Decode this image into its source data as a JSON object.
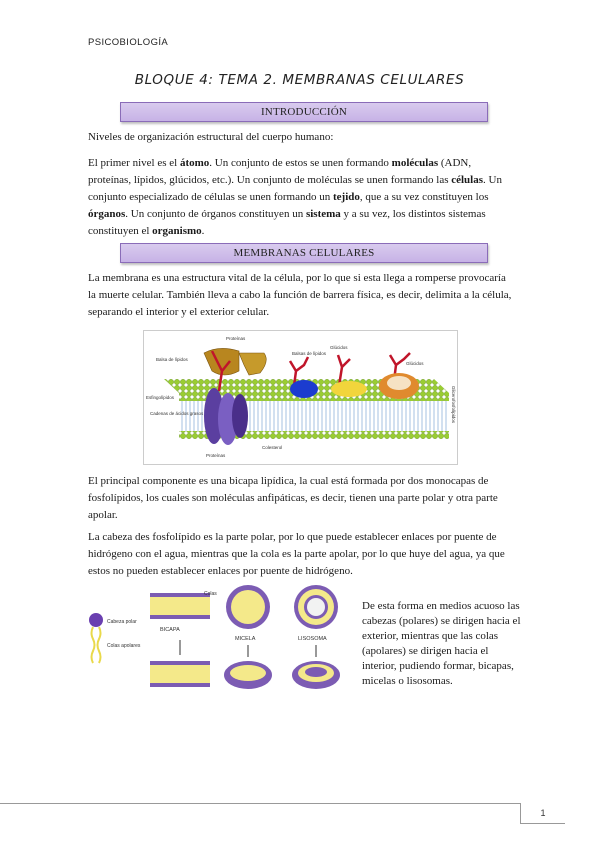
{
  "header": "PSICOBIOLOGÍA",
  "title": "BLOQUE 4: TEMA 2. MEMBRANAS CELULARES",
  "sections": {
    "intro": "INTRODUCCIÓN",
    "membranas": "MEMBRANAS CELULARES"
  },
  "paragraphs": {
    "p1": "Niveles de organización estructural del cuerpo humano:",
    "p2": {
      "t1": "El primer nivel es el ",
      "b1": "átomo",
      "t2": ". Un conjunto de estos se unen formando ",
      "b2": "moléculas",
      "t3": " (ADN, proteínas, lípidos, glúcidos, etc.). Un conjunto de moléculas se unen formando las ",
      "b3": "células",
      "t4": ". Un conjunto especializado de células se unen formando un ",
      "b4": "tejido",
      "t5": ", que a su vez constituyen los ",
      "b5": "órganos",
      "t6": ". Un conjunto de órganos constituyen un ",
      "b6": "sistema",
      "t7": " y a su vez, los distintos sistemas constituyen el ",
      "b7": "organismo",
      "t8": "."
    },
    "p3": "La membrana es una estructura vital de la célula, por lo que si esta llega a romperse provocaría la muerte celular. También lleva a cabo la función de barrera física, es decir, delimita a la célula, separando el interior y el exterior celular.",
    "p4": "El principal componente es una bicapa lipídica, la cual está formada por dos monocapas de fosfolípidos, los cuales son moléculas anfipáticas, es decir, tienen una parte polar y otra parte apolar.",
    "p5": "La cabeza des fosfolípido es la parte polar, por lo que puede establecer enlaces por puente de hidrógeno con el agua, mientras que la cola es la parte apolar, por lo que huye del agua, ya que estos no pueden establecer enlaces por puente de hidrógeno.",
    "side": "De esta forma en medios acuoso las cabezas (polares) se dirigen hacia el exterior, mientras que las colas (apolares) se dirigen hacia el interior, pudiendo formar, bicapas, micelas o lisosomas."
  },
  "figure1_labels": {
    "proteinas_top": "Proteínas",
    "balsa1": "Balsa de lípidos",
    "balsa2": "Balsas de lípidos",
    "glucidos1": "Glúcidos",
    "glucidos2": "Glúcidos",
    "esfingolipidos": "Esfingolípidos",
    "cadenas": "Cadenas de ácidos grasos",
    "colesterol": "Colesterol",
    "proteinas_bottom": "Proteínas",
    "glicerofosfolipidos": "Glicerofosfolípidos"
  },
  "figure2_labels": {
    "cabeza": "Cabeza polar",
    "colas_apolares": "Colas apolares",
    "colas": "Colas",
    "bicapa": "BICAPA",
    "micela": "MICELA",
    "lisosoma": "LISOSOMA"
  },
  "colors": {
    "section_fill": "#cdb9ea",
    "section_border": "#8a6cb8",
    "lipid_head": "#9acd32",
    "protein_purple": "#5b3fa0",
    "glycan_red": "#c0152a",
    "bilayer_head": "#7c5cb3",
    "bilayer_tail": "#f4e98a"
  },
  "footer": {
    "page_number": "1"
  }
}
